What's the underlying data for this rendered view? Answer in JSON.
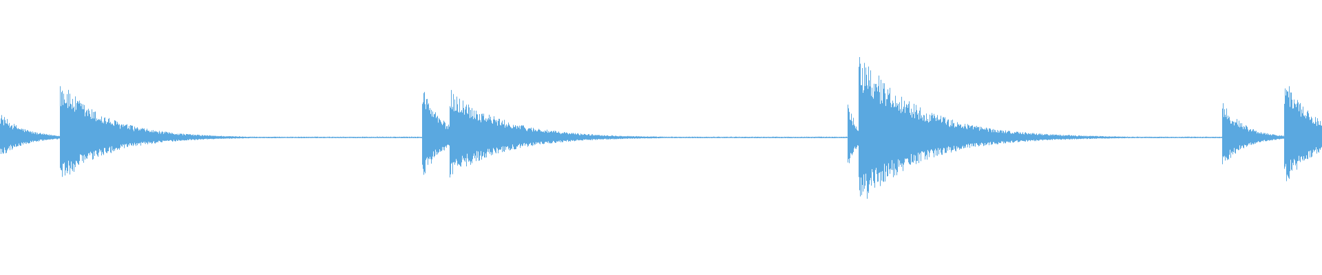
{
  "waveform": {
    "color": "#5aa8e0",
    "background": "#ffffff",
    "baseline_amplitude": 0.006,
    "onsets": [
      {
        "time": 0.0,
        "peak": 0.18,
        "decay": 0.018,
        "tail_from": -0.07
      },
      {
        "time": 0.045,
        "peak": 0.42,
        "decay": 0.035
      },
      {
        "time": 0.319,
        "peak": 0.4,
        "decay": 0.014
      },
      {
        "time": 0.34,
        "peak": 0.36,
        "decay": 0.04
      },
      {
        "time": 0.641,
        "peak": 0.3,
        "decay": 0.006
      },
      {
        "time": 0.649,
        "peak": 0.64,
        "decay": 0.045
      },
      {
        "time": 0.924,
        "peak": 0.28,
        "decay": 0.016
      },
      {
        "time": 0.971,
        "peak": 0.45,
        "decay": 0.022
      }
    ]
  }
}
